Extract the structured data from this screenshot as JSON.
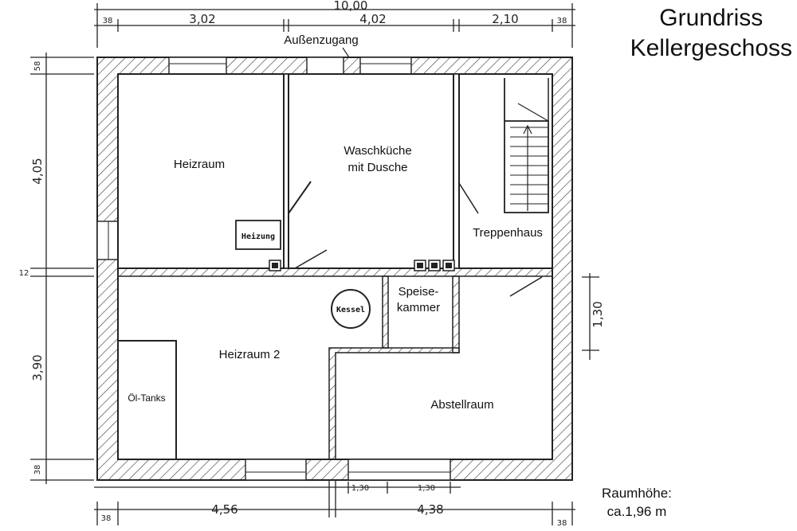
{
  "title": {
    "line1": "Grundriss",
    "line2": "Kellergeschoss"
  },
  "note": {
    "line1": "Raumhöhe:",
    "line2": "ca.1,96 m"
  },
  "rooms": {
    "heizraum": "Heizraum",
    "waschkueche_1": "Waschküche",
    "waschkueche_2": "mit Dusche",
    "treppenhaus": "Treppenhaus",
    "speise_1": "Speise-",
    "speise_2": "kammer",
    "heizraum2": "Heizraum 2",
    "oeltanks": "Öl-Tanks",
    "abstellraum": "Abstellraum",
    "aussenzugang": "Außenzugang"
  },
  "equipment": {
    "heizung": "Heizung",
    "kessel": "Kessel"
  },
  "dimensions": {
    "top_total": "10,00",
    "top_38_left": "38",
    "top_302": "3,02",
    "top_402": "4,02",
    "top_210": "2,10",
    "top_38_right": "38",
    "left_58": "58",
    "left_405": "4,05",
    "left_12": "12",
    "left_390": "3,90",
    "left_38": "38",
    "right_130": "1,30",
    "bottom_38_left": "38",
    "bottom_456": "4,56",
    "bottom_130a": "1,30",
    "bottom_130b": "1,30",
    "bottom_438": "4,38",
    "bottom_38_right": "38"
  },
  "colors": {
    "wall": "#222222",
    "hatch": "#444444",
    "paper": "#ffffff"
  }
}
